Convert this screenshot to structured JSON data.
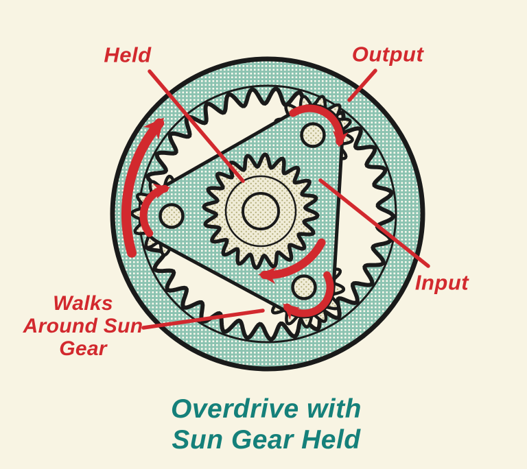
{
  "title": {
    "line1": "Overdrive with",
    "line2": "Sun Gear Held"
  },
  "annotations": {
    "held": "Held",
    "output": "Output",
    "input": "Input",
    "walks": {
      "line1": "Walks",
      "line2": "Around Sun",
      "line3": "Gear"
    }
  },
  "colors": {
    "background": "#f8f4e3",
    "label_red": "#d2292e",
    "title_teal": "#15807a",
    "outline_black": "#1a1a1a",
    "teal_halftone_base": "#8cc3b1",
    "teal_halftone_dot": "#fcfaef",
    "olive_halftone_base": "#f0ecd7",
    "olive_halftone_dot": "#b5b07e"
  },
  "diagram": {
    "kind": "planetary-gearset",
    "labeled_parts": {
      "held": "sun-gear",
      "output": "ring-gear",
      "input": "planet-carrier",
      "walks_around_sun_gear": "planet-gear"
    },
    "rotation_direction": "clockwise"
  }
}
